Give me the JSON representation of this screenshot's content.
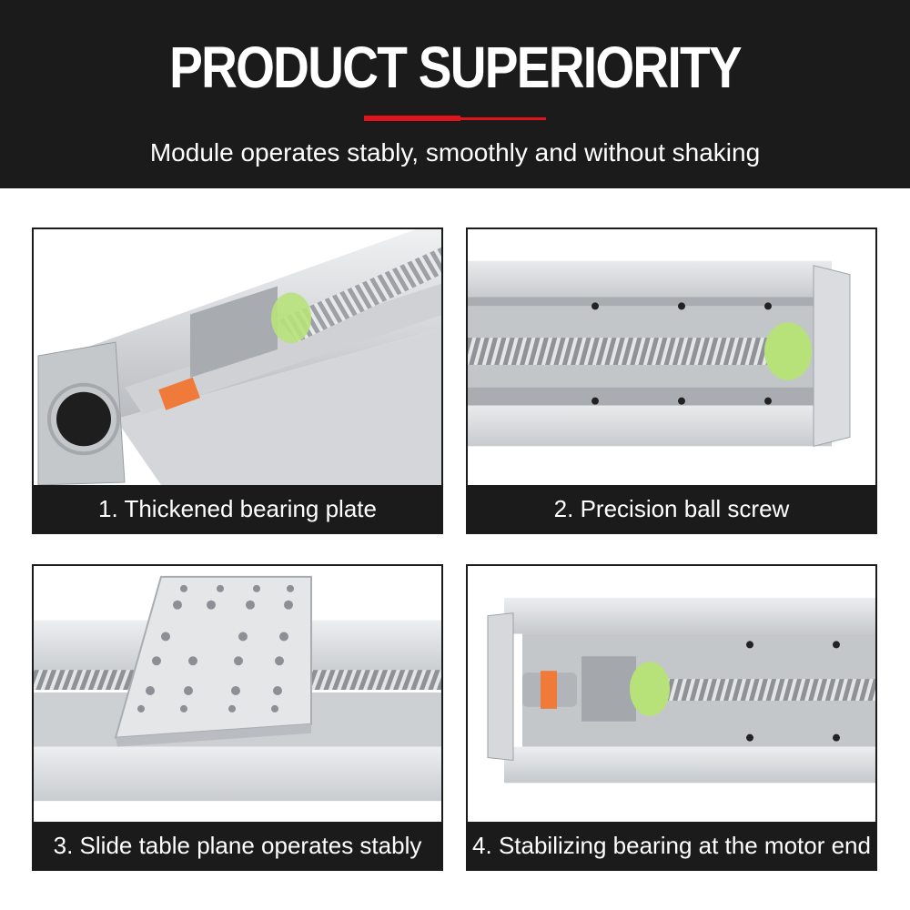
{
  "header": {
    "title": "PRODUCT SUPERIORITY",
    "subtitle": "Module operates stably, smoothly and without shaking",
    "accent_color": "#e0141a",
    "background_color": "#1b1b1b"
  },
  "features": [
    {
      "caption": "1. Thickened bearing plate",
      "image": "bearing-plate-photo"
    },
    {
      "caption": "2. Precision ball screw",
      "image": "ball-screw-photo"
    },
    {
      "caption": "3. Slide table plane operates stably",
      "image": "slide-table-photo"
    },
    {
      "caption": "4. Stabilizing bearing at the motor end",
      "image": "motor-end-bearing-photo"
    }
  ]
}
